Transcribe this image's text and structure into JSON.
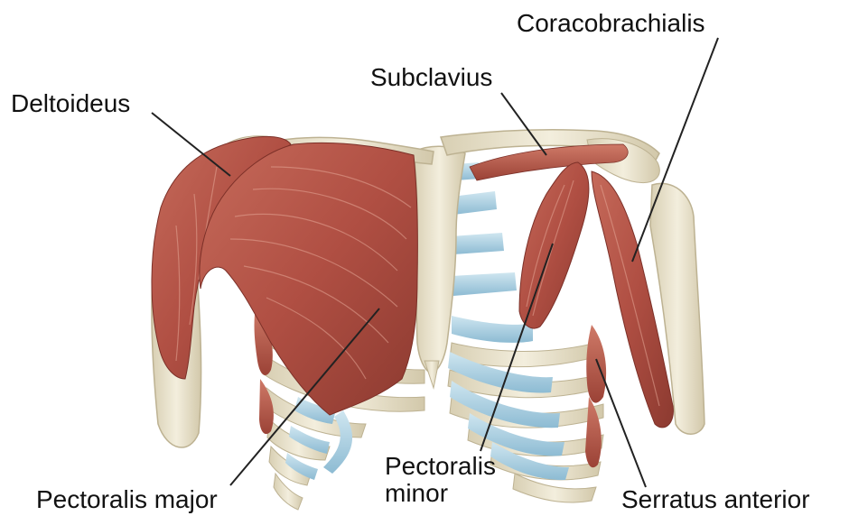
{
  "labels": {
    "deltoideus": "Deltoideus",
    "subclavius": "Subclavius",
    "coracobrachialis": "Coracobrachialis",
    "pectoralis_major": "Pectoralis major",
    "pectoralis_minor_line1": "Pectoralis",
    "pectoralis_minor_line2": "minor",
    "serratus_anterior": "Serratus anterior"
  },
  "colors": {
    "muscle": "#b5574a",
    "muscle_dark": "#8e3a30",
    "muscle_light": "#d98e7e",
    "bone": "#ece5cf",
    "bone_shadow": "#c9bf9f",
    "cartilage": "#a9cfe0",
    "leader": "#222222"
  }
}
